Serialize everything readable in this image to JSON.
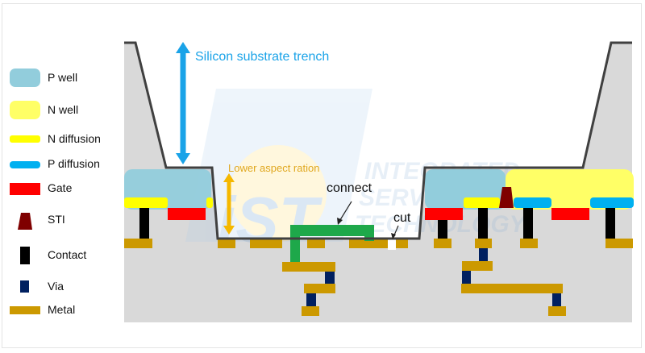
{
  "title": "Silicon substrate trench cross-section",
  "legend": [
    {
      "label": "P well",
      "key": "p-well",
      "color": "#92cddc"
    },
    {
      "label": "N well",
      "key": "n-well",
      "color": "#ffff66"
    },
    {
      "label": "N diffusion",
      "key": "n-diffusion",
      "color": "#ffff00"
    },
    {
      "label": "P diffusion",
      "key": "p-diffusion",
      "color": "#00b0f0"
    },
    {
      "label": "Gate",
      "key": "gate",
      "color": "#ff0000"
    },
    {
      "label": "STI",
      "key": "sti",
      "color": "#7f0000"
    },
    {
      "label": "Contact",
      "key": "contact",
      "color": "#000000"
    },
    {
      "label": "Via",
      "key": "via",
      "color": "#002060"
    },
    {
      "label": "Metal",
      "key": "metal",
      "color": "#cc9900"
    }
  ],
  "annotations": {
    "trench_label": "Silicon substrate trench",
    "aspect_label": "Lower aspect ration",
    "connect_label": "connect",
    "cut_label": "cut"
  },
  "watermark": {
    "lines": [
      "INTEGRATED",
      "SERVICE",
      "TECHNOLOGY"
    ],
    "logo": "iST"
  },
  "colors": {
    "substrate": "#d9d9d9",
    "outline": "#404040",
    "trench_arrow": "#1aa3e8",
    "aspect_arrow": "#f5b800",
    "aspect_text": "#e0a820",
    "connect": "#1ea84a",
    "cut": "#ffffff"
  }
}
